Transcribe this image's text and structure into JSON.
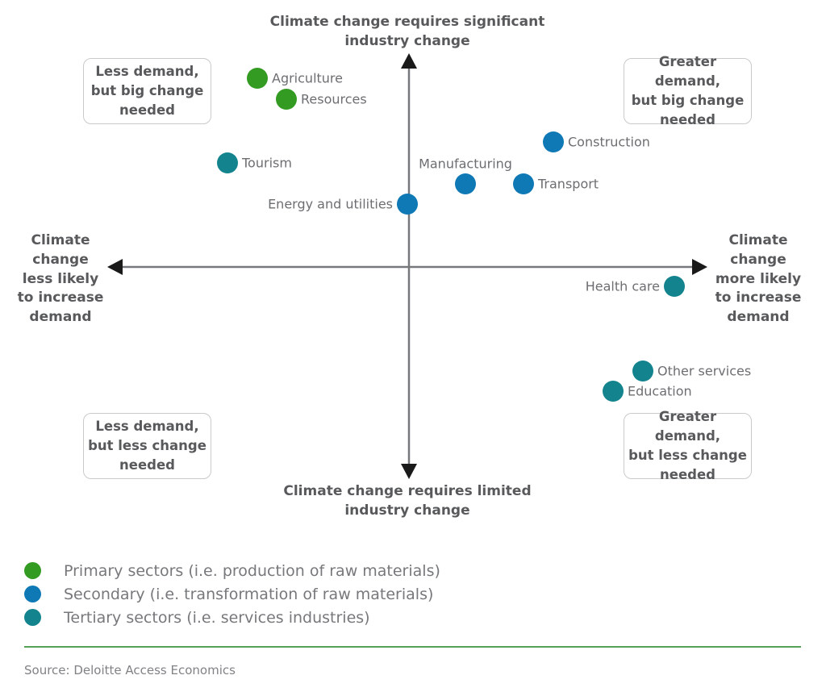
{
  "palette": {
    "primary_green": "#339b21",
    "secondary_blue": "#0f79b6",
    "tertiary_teal": "#13838d",
    "divider_green": "#55a155"
  },
  "axes": {
    "top": "Climate change requires significant\nindustry change",
    "bottom": "Climate change requires limited\nindustry change",
    "left": "Climate change\nless likely\nto increase\ndemand",
    "right": "Climate change\nmore likely\nto increase\ndemand"
  },
  "quadrants": {
    "top_left": "Less demand,\nbut big change\nneeded",
    "top_right": "Greater demand,\nbut big change\nneeded",
    "bottom_left": "Less demand,\nbut less change\nneeded",
    "bottom_right": "Greater demand,\nbut less change\nneeded"
  },
  "chart_data": {
    "type": "scatter",
    "title": "",
    "grid": false,
    "legend_position": "bottom-left",
    "x_axis_negative_label": "Climate change less likely to increase demand",
    "x_axis_positive_label": "Climate change more likely to increase demand",
    "y_axis_positive_label": "Climate change requires significant industry change",
    "y_axis_negative_label": "Climate change requires limited industry change",
    "quadrant_labels": [
      "Less demand, but big change needed",
      "Greater demand, but big change needed",
      "Less demand, but less change needed",
      "Greater demand, but less change needed"
    ],
    "series": [
      {
        "name": "Primary sectors (i.e. production of raw materials)",
        "color": "#339b21",
        "points": [
          {
            "label": "Agriculture",
            "px": 319,
            "py": 97,
            "label_side": "right"
          },
          {
            "label": "Resources",
            "px": 355,
            "py": 123,
            "label_side": "right"
          }
        ]
      },
      {
        "name": "Secondary (i.e. transformation of raw materials)",
        "color": "#0f79b6",
        "points": [
          {
            "label": "Construction",
            "px": 686,
            "py": 176,
            "label_side": "right"
          },
          {
            "label": "Manufacturing",
            "px": 577,
            "py": 228,
            "label_side": "above"
          },
          {
            "label": "Transport",
            "px": 649,
            "py": 228,
            "label_side": "right"
          },
          {
            "label": "Energy and utilities",
            "px": 505,
            "py": 253,
            "label_side": "left"
          }
        ]
      },
      {
        "name": "Tertiary sectors (i.e. services industries)",
        "color": "#13838d",
        "points": [
          {
            "label": "Tourism",
            "px": 282,
            "py": 202,
            "label_side": "right"
          },
          {
            "label": "Health care",
            "px": 836,
            "py": 355,
            "label_side": "left"
          },
          {
            "label": "Other services",
            "px": 797,
            "py": 460,
            "label_side": "right"
          },
          {
            "label": "Education",
            "px": 760,
            "py": 485,
            "label_side": "right"
          }
        ]
      }
    ]
  },
  "source": "Source: Deloitte Access Economics"
}
